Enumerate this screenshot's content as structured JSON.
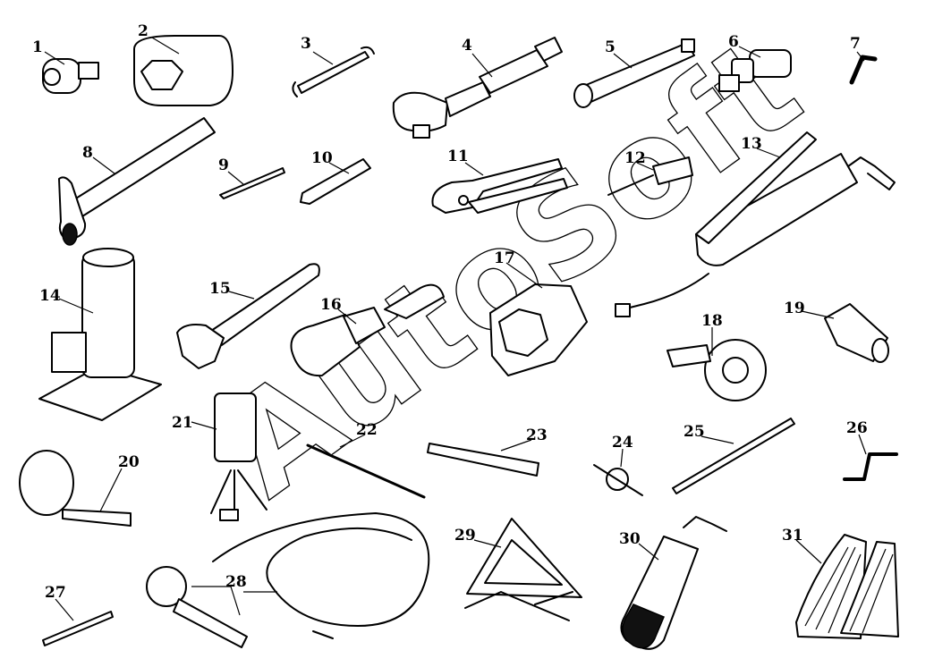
{
  "watermark": "AutoSoft",
  "callouts": [
    {
      "id": "1",
      "label": "1"
    },
    {
      "id": "2",
      "label": "2"
    },
    {
      "id": "3",
      "label": "3"
    },
    {
      "id": "4",
      "label": "4"
    },
    {
      "id": "5",
      "label": "5"
    },
    {
      "id": "6",
      "label": "6"
    },
    {
      "id": "7",
      "label": "7"
    },
    {
      "id": "8",
      "label": "8"
    },
    {
      "id": "9",
      "label": "9"
    },
    {
      "id": "10",
      "label": "10"
    },
    {
      "id": "11",
      "label": "11"
    },
    {
      "id": "12",
      "label": "12"
    },
    {
      "id": "13",
      "label": "13"
    },
    {
      "id": "14",
      "label": "14"
    },
    {
      "id": "15",
      "label": "15"
    },
    {
      "id": "16",
      "label": "16"
    },
    {
      "id": "17",
      "label": "17"
    },
    {
      "id": "18",
      "label": "18"
    },
    {
      "id": "19",
      "label": "19"
    },
    {
      "id": "20",
      "label": "20"
    },
    {
      "id": "21",
      "label": "21"
    },
    {
      "id": "22",
      "label": "22"
    },
    {
      "id": "23",
      "label": "23"
    },
    {
      "id": "24",
      "label": "24"
    },
    {
      "id": "25",
      "label": "25"
    },
    {
      "id": "26",
      "label": "26"
    },
    {
      "id": "27",
      "label": "27"
    },
    {
      "id": "28",
      "label": "28"
    },
    {
      "id": "29",
      "label": "29"
    },
    {
      "id": "30",
      "label": "30"
    },
    {
      "id": "31",
      "label": "31"
    }
  ]
}
